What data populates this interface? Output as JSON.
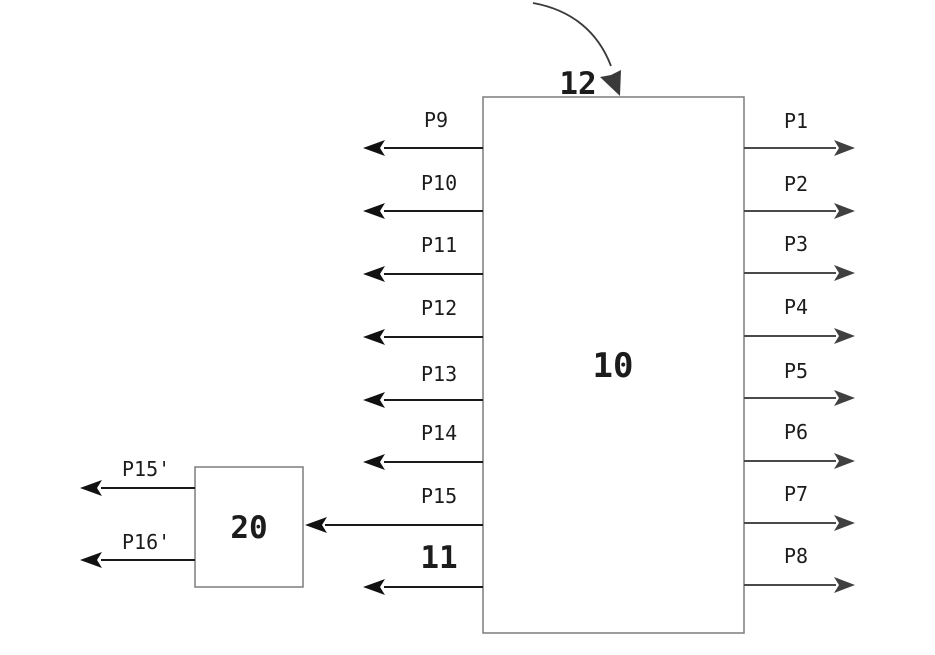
{
  "diagram": {
    "main_block_label": "10",
    "secondary_block_label": "20",
    "bus_label": "11",
    "pointer_label": "12",
    "right_ports": [
      "P1",
      "P2",
      "P3",
      "P4",
      "P5",
      "P6",
      "P7",
      "P8"
    ],
    "left_ports": [
      "P9",
      "P10",
      "P11",
      "P12",
      "P13",
      "P14",
      "P15"
    ],
    "secondary_ports": [
      "P15'",
      "P16'"
    ],
    "colors": {
      "background": "#ffffff",
      "box_border": "#7d7d7d",
      "left_line": "#1a1a1a",
      "left_arrowhead": "#111111",
      "right_line": "#4a4a4a",
      "right_arrowhead": "#404040",
      "pointer": "#3a3a3a",
      "text": "#1c1c1c"
    }
  }
}
